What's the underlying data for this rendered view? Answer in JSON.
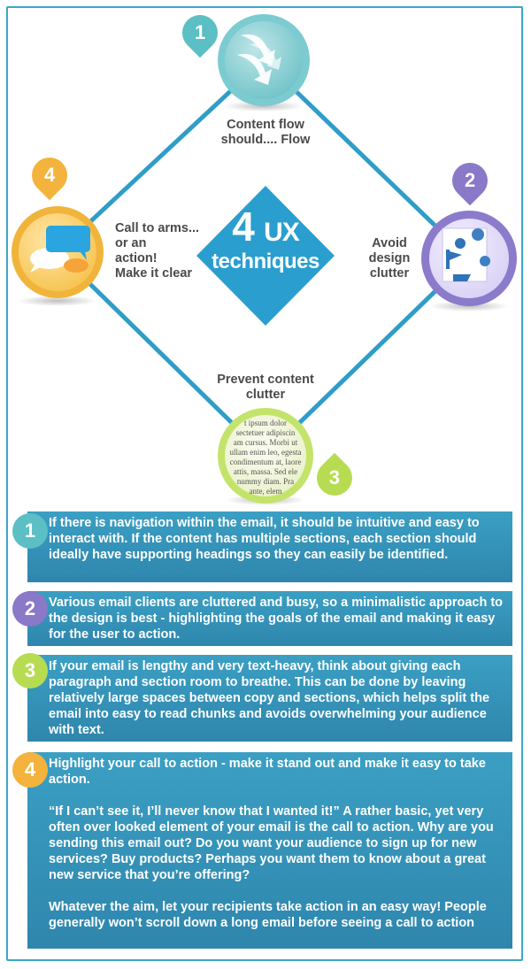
{
  "center": {
    "number": "4",
    "ux": "UX",
    "subtitle": "techniques"
  },
  "nodes": {
    "n1": {
      "badge": "1",
      "label_line1": "Content flow",
      "label_line2": "should.... Flow"
    },
    "n2": {
      "badge": "2",
      "label_line1": "Avoid",
      "label_line2": "design",
      "label_line3": "clutter"
    },
    "n3": {
      "badge": "3",
      "label_line1": "Prevent content",
      "label_line2": "clutter",
      "lorem": [
        "t ipsum dolor",
        "sectetuer adipiscin",
        "am cursus. Morbi ut",
        "ullam enim leo, egesta",
        "condimentum at, laore",
        "attis, massa. Sed ele",
        "nummy diam. Pra",
        "ante, elem"
      ]
    },
    "n4": {
      "badge": "4",
      "label_line1": "Call to arms...",
      "label_line2": "or an",
      "label_line3": "action!",
      "label_line4": "Make it clear"
    }
  },
  "tips": [
    {
      "num": "1",
      "text": "If there is navigation within the email, it should be intuitive and easy to interact with. If the content has multiple sections, each section should ideally have supporting headings so they can easily be identified."
    },
    {
      "num": "2",
      "text": "Various email clients are cluttered and busy, so a minimalistic approach to the design is best - highlighting the goals of the email and making it easy for the user to action."
    },
    {
      "num": "3",
      "text": "If your email is lengthy and very text-heavy, think about giving each paragraph and section room to breathe. This can be done by leaving relatively large spaces between copy and sections, which helps split the email into easy to read chunks and avoids overwhelming your audience with text."
    },
    {
      "num": "4",
      "text": "Highlight your call to action - make it stand out and make it easy to take action.",
      "text2": "“If I can’t see it, I’ll never know that I wanted it!” A rather basic, yet very often over looked element of your email is the call to action. Why are you sending this email out? Do you want your audience to sign up for new services? Buy products? Perhaps you want them to know about a great new service that you’re offering?",
      "text3": "Whatever the aim, let your recipients take action in an easy way! People generally won’t scroll down a long email before seeing a call to action"
    }
  ],
  "colors": {
    "teal": "#5bbfc4",
    "purple": "#8a78c8",
    "green": "#b7dc52",
    "orange": "#f3b33d",
    "box": "#3493bb",
    "diamond": "#2a9fcf"
  }
}
